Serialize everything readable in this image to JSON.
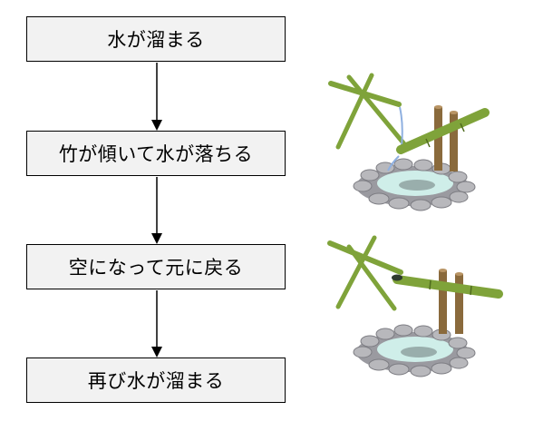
{
  "steps": [
    {
      "label": "水が溜まる"
    },
    {
      "label": "竹が傾いて水が落ちる"
    },
    {
      "label": "空になって元に戻る"
    },
    {
      "label": "再び水が溜まる"
    }
  ],
  "illustrations": [
    {
      "icon": "shishi-odoshi-tilted-icon",
      "state": "pouring"
    },
    {
      "icon": "shishi-odoshi-upright-icon",
      "state": "reset"
    }
  ],
  "colors": {
    "box_fill": "#f2f2f2",
    "border": "#000000",
    "bamboo": "#7fa33a",
    "bamboo_dark": "#4f6b1e",
    "post": "#8a6a3c",
    "stone": "#b8b8bc",
    "water": "#cfeee9"
  }
}
